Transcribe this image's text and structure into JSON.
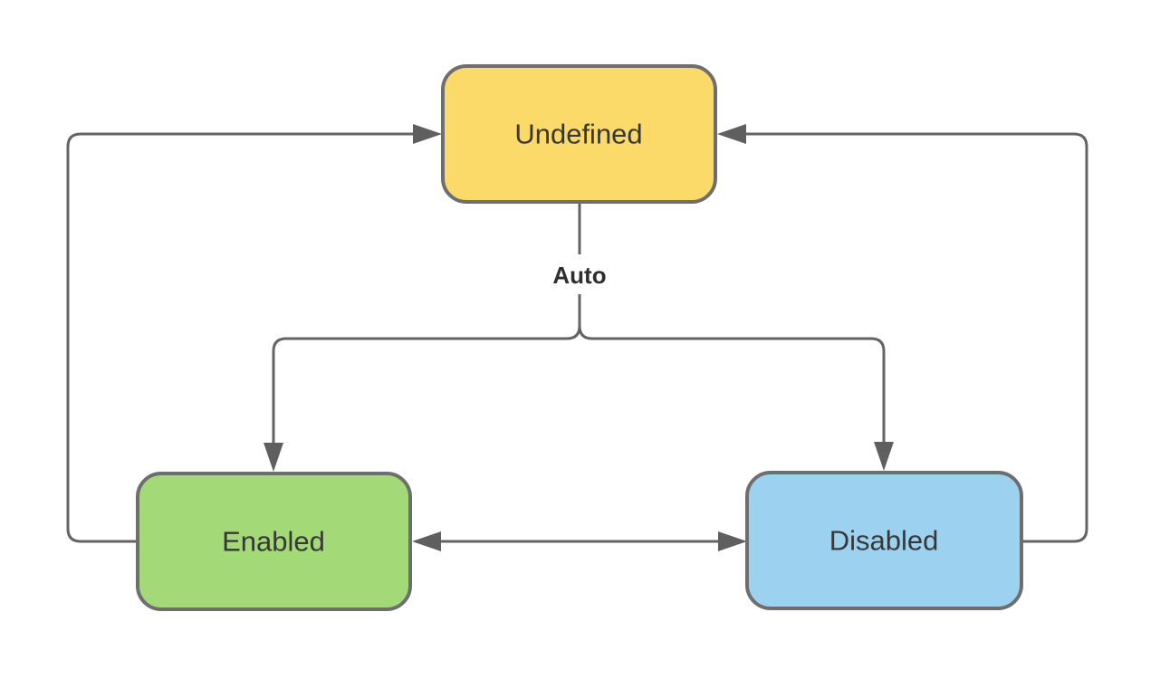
{
  "diagram": {
    "nodes": [
      {
        "id": "undefined",
        "label": "Undefined",
        "fill": "#FCDA6A"
      },
      {
        "id": "enabled",
        "label": "Enabled",
        "fill": "#A3D977"
      },
      {
        "id": "disabled",
        "label": "Disabled",
        "fill": "#9CD2F0"
      }
    ],
    "edges": [
      {
        "from": "undefined",
        "to": "enabled",
        "label": "Auto",
        "direction": "one-way"
      },
      {
        "from": "undefined",
        "to": "disabled",
        "label": "Auto",
        "direction": "one-way"
      },
      {
        "from": "enabled",
        "to": "undefined",
        "label": "",
        "direction": "one-way"
      },
      {
        "from": "disabled",
        "to": "undefined",
        "label": "",
        "direction": "one-way"
      },
      {
        "from": "enabled",
        "to": "disabled",
        "label": "",
        "direction": "bidirectional"
      }
    ],
    "labels": {
      "auto": "Auto"
    },
    "colors": {
      "background": "#FFFFFF",
      "line": "#646464",
      "node_border": "#6E6E6E",
      "text": "#383838",
      "undefined_fill": "#FCDA6A",
      "enabled_fill": "#A3D977",
      "disabled_fill": "#9CD2F0"
    }
  }
}
